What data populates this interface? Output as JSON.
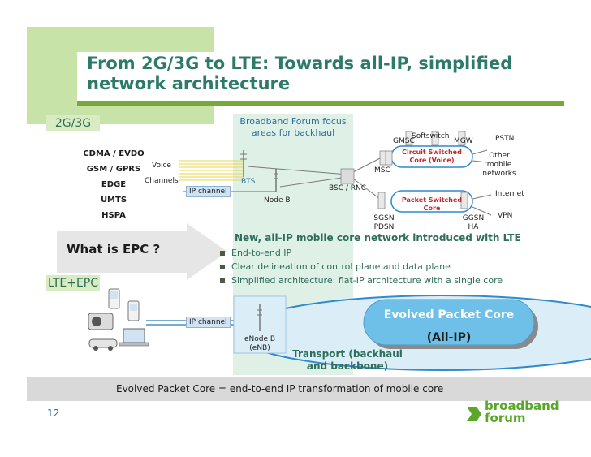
{
  "slide": {
    "title_line1": "From 2G/3G to LTE: Towards all-IP, simplified",
    "title_line2": "network architecture",
    "page_number": "12",
    "footer": "Evolved Packet Core = end-to-end IP transformation of mobile core",
    "logo_text_1": "broadband",
    "logo_text_2": "forum"
  },
  "tags": {
    "g23": "2G/3G",
    "lte_epc": "LTE+EPC",
    "what_is_epc": "What is EPC ?"
  },
  "focus": {
    "line1": "Broadband Forum focus",
    "line2": "areas for backhaul"
  },
  "technologies": [
    "CDMA / EVDO",
    "GSM / GPRS",
    "EDGE",
    "UMTS",
    "HSPA"
  ],
  "legacy": {
    "voice": "Voice",
    "channels": "Channels",
    "ip_channel": "IP channel",
    "bts": "BTS",
    "node_b": "Node B",
    "bsc_rnc": "BSC / RNC",
    "msc": "MSC",
    "gmsc": "GMSC",
    "softswitch": "Softswitch",
    "mgw": "MGW",
    "circuit_core": "Circuit Switched Core (Voice)",
    "packet_core": "Packet Switched Core",
    "sgsn": "SGSN",
    "pdsn": "PDSN",
    "ggsn": "GGSN",
    "ha": "HA",
    "pstn": "PSTN",
    "other_networks": "Other mobile networks",
    "internet": "Internet",
    "vpn": "VPN"
  },
  "epc_intro": {
    "heading": "New, all-IP mobile core network introduced with LTE",
    "bullets": [
      "End-to-end IP",
      "Clear delineation of control plane and data plane",
      "Simplified architecture: flat-IP architecture with a single core"
    ]
  },
  "lte": {
    "ip_channel": "IP channel",
    "enodeb": "eNode B",
    "enb": "(eNB)",
    "epc_title": "Evolved Packet Core",
    "epc_sub": "(All-IP)",
    "transport_1": "Transport (backhaul",
    "transport_2": "and backbone)"
  },
  "colors": {
    "title": "#2d7a6a",
    "accent_green": "#78a838",
    "epc_blue": "#6fc0e8",
    "focus_bg": "#dff0e6"
  }
}
